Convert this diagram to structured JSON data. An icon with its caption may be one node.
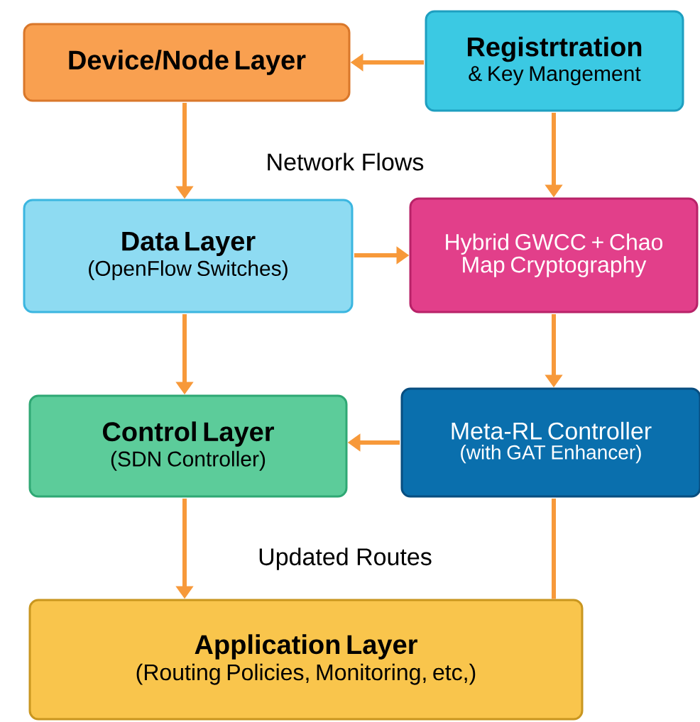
{
  "diagram": {
    "nodes": [
      {
        "text": [
          "Device/Node Layer"
        ]
      },
      {
        "text": [
          "Registrtration",
          "& Key Mangement"
        ]
      },
      {
        "text": [
          "Data Layer",
          "(OpenFlow Switches)"
        ]
      },
      {
        "text": [
          "Hybrid GWCC + Chao Map Cryptography"
        ]
      },
      {
        "text": [
          "Control Layer",
          "(SDN Controller)"
        ]
      },
      {
        "text": [
          "Meta-RL Controller",
          "(with GAT Enhancer)"
        ]
      },
      {
        "text": [
          "Application Layer",
          "(Routing Policies, Monitoring, etc,)"
        ]
      }
    ],
    "edges": [
      {
        "from": 1,
        "to": 0,
        "arrow": "to"
      },
      {
        "from": 0,
        "to": 2,
        "arrow": "to"
      },
      {
        "from": 1,
        "to": 3,
        "arrow": "to"
      },
      {
        "from": 2,
        "to": 3,
        "arrow": "to"
      },
      {
        "from": 2,
        "to": 4,
        "arrow": "to"
      },
      {
        "from": 3,
        "to": 5,
        "arrow": "to"
      },
      {
        "from": 5,
        "to": 4,
        "arrow": "to"
      },
      {
        "from": 4,
        "to": 6,
        "arrow": "to"
      },
      {
        "from": 5,
        "to": 6,
        "arrow": "none"
      }
    ],
    "labels": [
      "Network Flows",
      "Updated Routes"
    ]
  }
}
